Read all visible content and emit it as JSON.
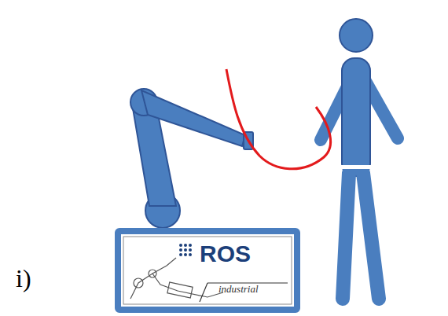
{
  "diagram": {
    "nodes": [
      {
        "text": [
          "ROS",
          "industrial"
        ]
      }
    ],
    "labels": [
      "i)"
    ]
  }
}
